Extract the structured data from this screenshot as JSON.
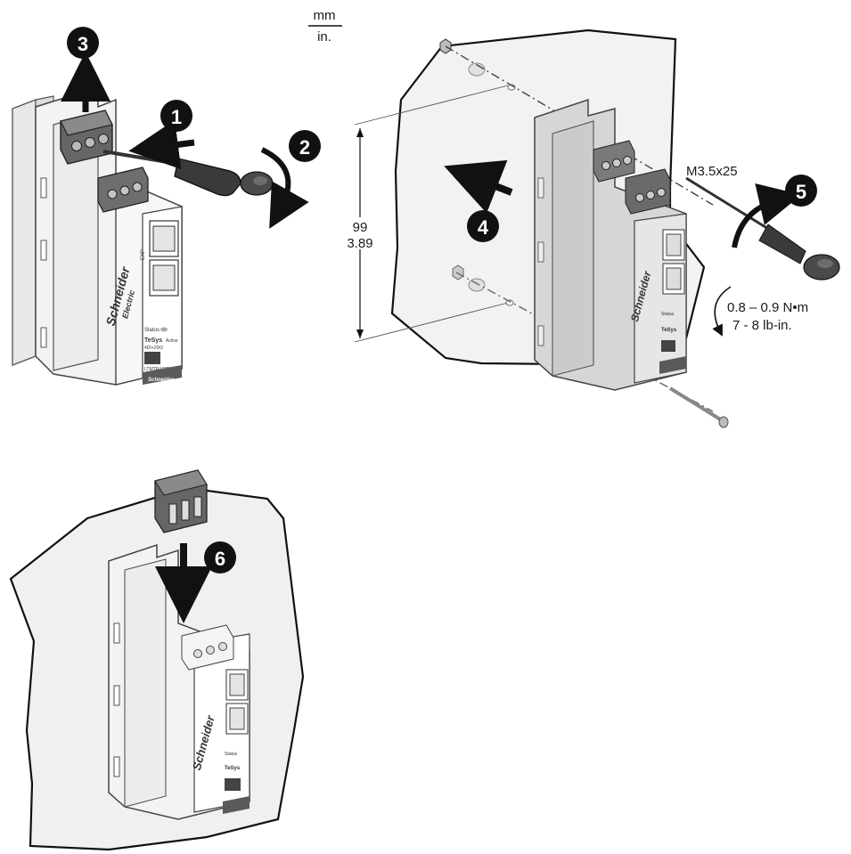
{
  "units": {
    "top": "mm",
    "bottom": "in."
  },
  "dimension": {
    "mm": "99",
    "in": "3.89"
  },
  "screw": "M3.5x25",
  "torque": {
    "metric": "0.8 – 0.9 N•m",
    "imperial": "7 - 8 lb-in."
  },
  "steps": [
    "1",
    "2",
    "3",
    "4",
    "5",
    "6"
  ],
  "device": {
    "brand_line1": "Schneider",
    "brand_line2": "Electric",
    "series": "TeSys",
    "series_suffix": "Active",
    "rating": "4DI+2DO",
    "part_number": "LTMTR442FM",
    "status_label": "Status",
    "port_label": "EXP"
  },
  "colors": {
    "device_body": "#f2f2f2",
    "device_side": "#d8d8d8",
    "panel": "#f0f0f0",
    "step_badge": "#111111"
  }
}
